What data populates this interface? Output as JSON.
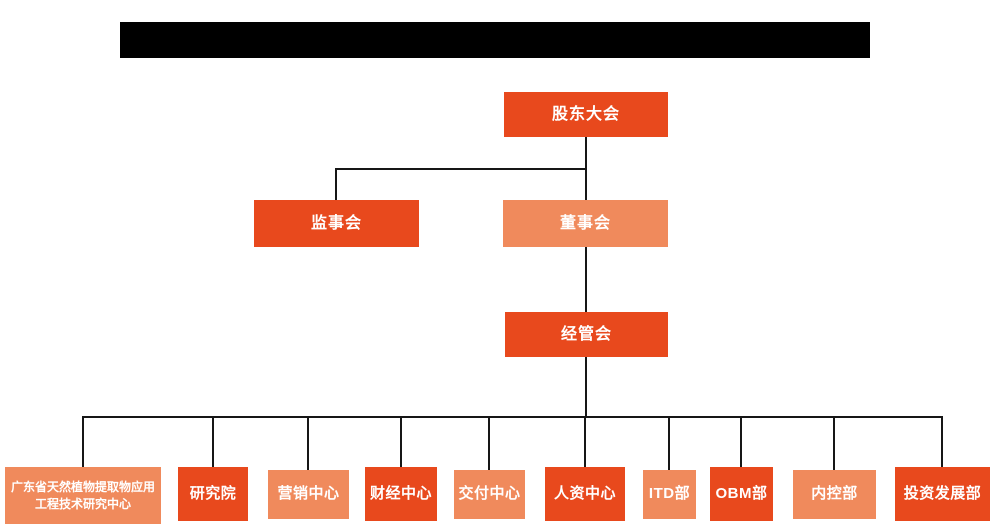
{
  "colors": {
    "dark_orange": "#E8491D",
    "light_orange": "#F08A5C",
    "connector_line": "#161616",
    "node_text": "#ffffff",
    "redaction": "#000000",
    "background": "#ffffff"
  },
  "redacted_title": {
    "note": "title text blacked out / redacted"
  },
  "org_chart": {
    "root": {
      "label": "股东大会",
      "tone": "dark"
    },
    "level2": [
      {
        "label": "监事会",
        "tone": "dark"
      },
      {
        "label": "董事会",
        "tone": "light"
      }
    ],
    "level3": {
      "label": "经管会",
      "tone": "dark"
    },
    "departments": [
      {
        "label": "广东省天然植物提取物应用工程技术研究中心",
        "tone": "light"
      },
      {
        "label": "研究院",
        "tone": "dark"
      },
      {
        "label": "营销中心",
        "tone": "light"
      },
      {
        "label": "财经中心",
        "tone": "dark"
      },
      {
        "label": "交付中心",
        "tone": "light"
      },
      {
        "label": "人资中心",
        "tone": "dark"
      },
      {
        "label": "ITD部",
        "tone": "light"
      },
      {
        "label": "OBM部",
        "tone": "dark"
      },
      {
        "label": "内控部",
        "tone": "light"
      },
      {
        "label": "投资发展部",
        "tone": "dark"
      }
    ]
  }
}
